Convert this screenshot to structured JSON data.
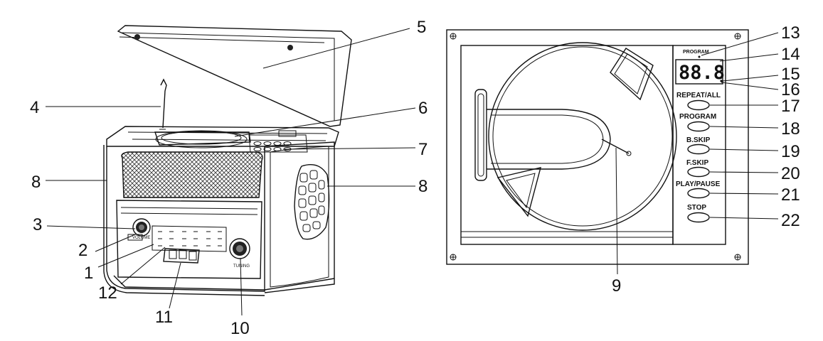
{
  "radio_callouts": {
    "c1": "1",
    "c2": "2",
    "c3": "3",
    "c4": "4",
    "c5": "5",
    "c6": "6",
    "c7": "7",
    "c8_left": "8",
    "c8_right": "8",
    "c10": "10",
    "c11": "11",
    "c12": "12"
  },
  "radio_panel": {
    "knob_left_label": "VOLUME",
    "knob_right_label": "TUNING"
  },
  "cd_callouts": {
    "c9": "9",
    "c13": "13",
    "c14": "14",
    "c15": "15",
    "c16": "16",
    "c17": "17",
    "c18": "18",
    "c19": "19",
    "c20": "20",
    "c21": "21",
    "c22": "22"
  },
  "cd_panel": {
    "program_indicator": "PROGRAM",
    "display_digits": "88.8",
    "buttons": {
      "repeat_all": "REPEAT/ALL",
      "program": "PROGRAM",
      "b_skip": "B.SKIP",
      "f_skip": "F.SKIP",
      "play_pause": "PLAY/PAUSE",
      "stop": "STOP"
    }
  }
}
